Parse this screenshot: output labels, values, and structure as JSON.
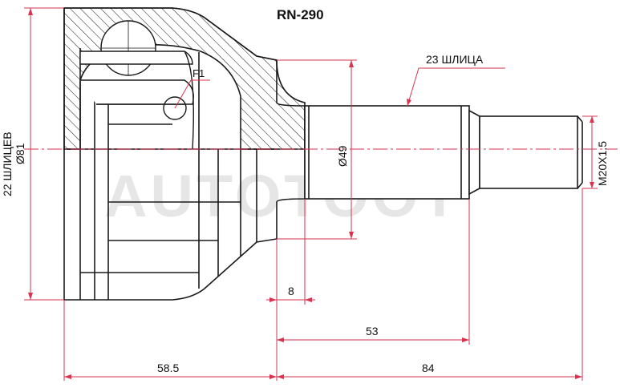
{
  "title": "RN-290",
  "watermark": "AUTOTOOT",
  "labels": {
    "splines_outer": "23 ШЛИЦА",
    "splines_inner": "22 ШЛИЦЕВ",
    "dia_outer": "Ø81",
    "dia_body": "Ø49",
    "thread": "M20X1.5",
    "fitting": "F1"
  },
  "dimensions": {
    "d8": "8",
    "d53": "53",
    "d58_5": "58.5",
    "d84": "84"
  },
  "colors": {
    "line": "#1a1a1a",
    "dimension": "#d9334f",
    "watermark": "#e6e6e6"
  }
}
